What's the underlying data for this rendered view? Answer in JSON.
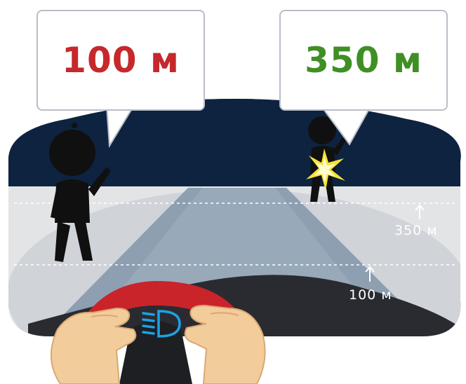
{
  "callouts": {
    "left": {
      "text": "100 м",
      "color": "#c6282b"
    },
    "right": {
      "text": "350 м",
      "color": "#3f8f25"
    }
  },
  "road_marks": {
    "far": "350 м",
    "near": "100 м"
  },
  "colors": {
    "night_sky": "#0d2340",
    "ground": "#e3e4e6",
    "beam": "#8d9fb1",
    "steering_wheel": "#c8242a",
    "headlight_icon": "#1aa3e6",
    "hands": "#f3cc9c"
  },
  "icons": [
    "low-beam-headlight-icon",
    "pedestrian-silhouette",
    "reflector-flash"
  ]
}
